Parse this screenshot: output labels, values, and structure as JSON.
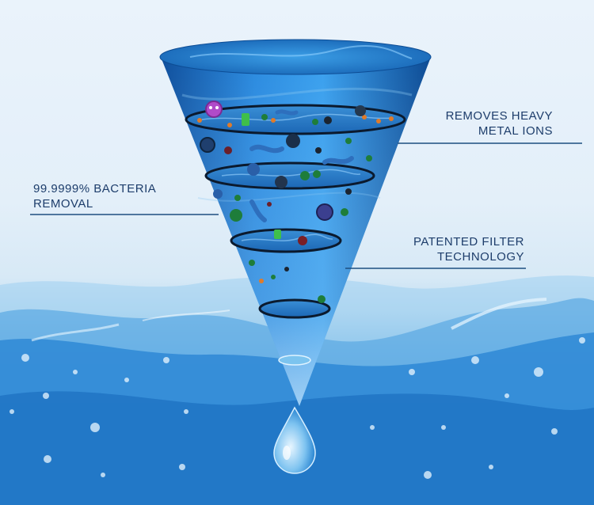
{
  "labels": {
    "heavy_metal": {
      "line1": "REMOVES HEAVY",
      "line2": "METAL IONS"
    },
    "bacteria": {
      "line1": "99.9999% BACTERIA",
      "line2": "REMOVAL"
    },
    "filter": {
      "line1": "PATENTED FILTER",
      "line2": "TECHNOLOGY"
    }
  },
  "colors": {
    "label_text": "#1d3d6b",
    "leader_line": "#1d4f80",
    "water_blue": "#1f78c8",
    "funnel_blue": "#1c6fc4"
  }
}
